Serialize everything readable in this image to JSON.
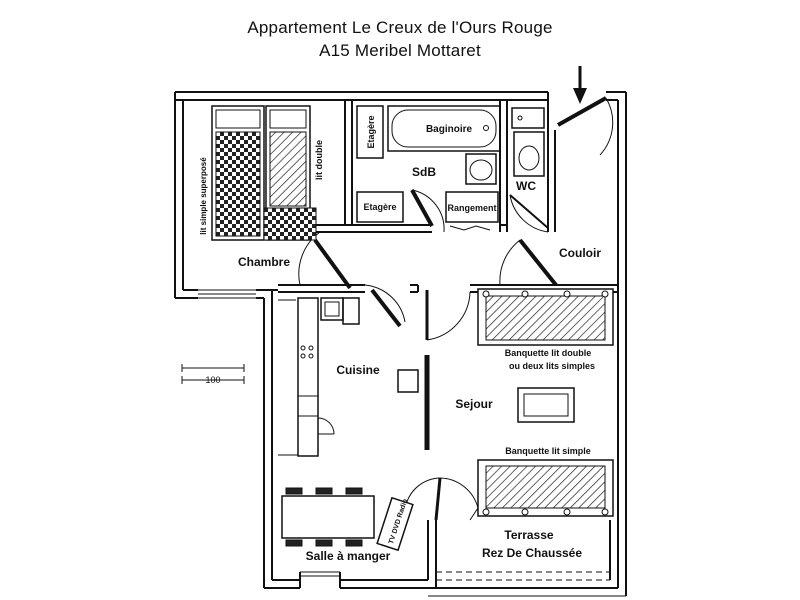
{
  "title": {
    "line1": "Appartement  Le  Creux  de  l'Ours  Rouge",
    "line2": "A15  Meribel  Mottaret"
  },
  "rooms": {
    "chambre": "Chambre",
    "sdb": "SdB",
    "wc": "WC",
    "couloir": "Couloir",
    "cuisine": "Cuisine",
    "sejour": "Sejour",
    "salle_a_manger": "Salle à manger",
    "terrasse_line1": "Terrasse",
    "terrasse_line2": "Rez De Chaussée"
  },
  "furniture": {
    "baginoire": "Baginoire",
    "etagere_vertical": "Etagère",
    "etagere": "Etagère",
    "rangement": "Rangement",
    "lit_simple_superpose": "lit simple superposé",
    "lit_double": "lit double",
    "banquette_double_line1": "Banquette lit double",
    "banquette_double_line2": "ou deux lits simples",
    "banquette_simple": "Banquette lit simple",
    "tv": "TV DVD Radio"
  },
  "scale": {
    "label": "100"
  }
}
